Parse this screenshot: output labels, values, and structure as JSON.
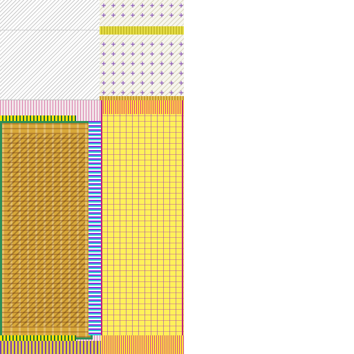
{
  "view": {
    "description_visible": false,
    "background_color": "#ffffff"
  },
  "layout_regions": {
    "top_left": {
      "pattern": "diagonal-hatch",
      "color": "#c8c8c8"
    },
    "top_right": {
      "pattern": "cross-hatch-with-plus",
      "marker_color": "#7a3fb0",
      "band_color": "#e8e04a"
    },
    "core_left": {
      "pattern": "standard-cell-array",
      "fill_color": "#d8a83a",
      "ring_color": "#2e8f57"
    },
    "route_right": {
      "pattern": "metal-routing-grid",
      "fill_color": "#fff15a",
      "line_color": "#c02080"
    }
  }
}
